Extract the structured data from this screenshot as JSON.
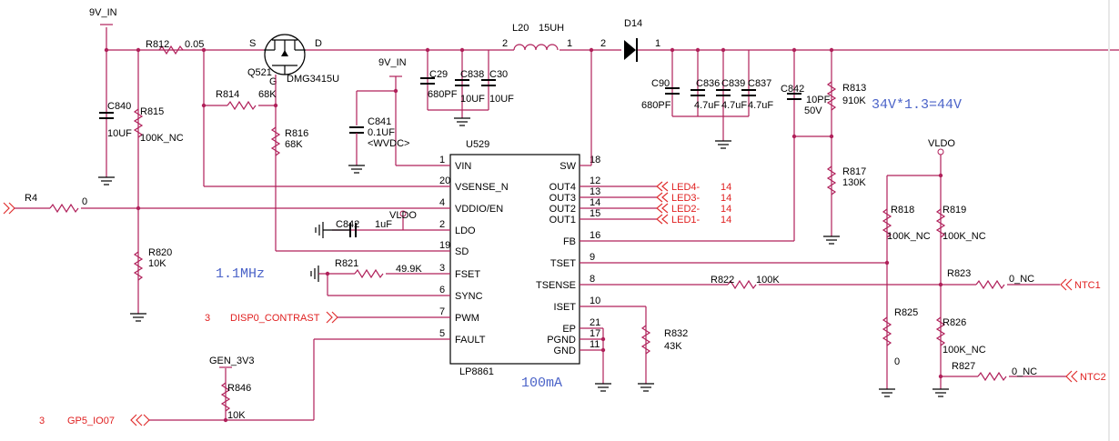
{
  "ic": {
    "name": "U529",
    "part": "LP8861",
    "pins_left": [
      {
        "num": "1",
        "name": "VIN"
      },
      {
        "num": "20",
        "name": "VSENSE_N"
      },
      {
        "num": "4",
        "name": "VDDIO/EN"
      },
      {
        "num": "2",
        "name": "LDO"
      },
      {
        "num": "19",
        "name": "SD"
      },
      {
        "num": "3",
        "name": "FSET"
      },
      {
        "num": "6",
        "name": "SYNC"
      },
      {
        "num": "7",
        "name": "PWM"
      },
      {
        "num": "5",
        "name": "FAULT"
      }
    ],
    "pins_right": [
      {
        "num": "18",
        "name": "SW"
      },
      {
        "num": "12",
        "name": "OUT4"
      },
      {
        "num": "13",
        "name": "OUT3"
      },
      {
        "num": "14",
        "name": "OUT2"
      },
      {
        "num": "15",
        "name": "OUT1"
      },
      {
        "num": "16",
        "name": "FB"
      },
      {
        "num": "9",
        "name": "TSET"
      },
      {
        "num": "8",
        "name": "TSENSE"
      },
      {
        "num": "10",
        "name": "ISET"
      },
      {
        "num": "21",
        "name": "EP"
      },
      {
        "num": "17",
        "name": "PGND"
      },
      {
        "num": "11",
        "name": "GND"
      }
    ]
  },
  "nets": {
    "vin_top": "9V_IN",
    "vin_mid": "9V_IN",
    "vldo_ldo": "VLDO",
    "vldo_right": "VLDO",
    "gen3v3": "GEN_3V3",
    "disp_num": "3",
    "disp": "DISP0_CONTRAST",
    "gp5_num": "3",
    "gp5": "GP5_IO07",
    "ntc1": "NTC1",
    "ntc2": "NTC2"
  },
  "leds": [
    {
      "name": "LED4-",
      "num": "14"
    },
    {
      "name": "LED3-",
      "num": "14"
    },
    {
      "name": "LED2-",
      "num": "14"
    },
    {
      "name": "LED1-",
      "num": "14"
    }
  ],
  "components": {
    "r812": "R812",
    "r812_val": "0.05",
    "q521": "Q521",
    "q521_part": "DMG3415U",
    "q_s": "S",
    "q_d": "D",
    "q_g": "G",
    "l20": "L20",
    "l20_val": "15UH",
    "l20_p2": "2",
    "l20_p1": "1",
    "d14": "D14",
    "d14_p2": "2",
    "d14_p1": "1",
    "c840": "C840",
    "c840_val": "10UF",
    "r815": "R815",
    "r815_val": "100K_NC",
    "r814": "R814",
    "r814_val": "68K",
    "r816": "R816",
    "r816_val": "68K",
    "c841": "C841",
    "c841_val": "0.1UF",
    "c841_extra": "<WVDC>",
    "c29": "C29",
    "c29_val": "680PF",
    "c838": "C838",
    "c838_val": "10UF",
    "c30": "C30",
    "c30_val": "10UF",
    "c90": "C90",
    "c90_val": "680PF",
    "c836": "C836",
    "c836_val": "4.7uF",
    "c839": "C839",
    "c839_val": "4.7uF",
    "c837": "C837",
    "c837_val": "4.7uF",
    "c842a": "C842",
    "c842a_val": "10PF",
    "c842a_v": "50V",
    "r813": "R813",
    "r813_val": "910K",
    "r817": "R817",
    "r817_val": "130K",
    "r4": "R4",
    "r4_val": "0",
    "r820": "R820",
    "r820_val": "10K",
    "c842b": "C842",
    "c842b_val": "1uF",
    "r821": "R821",
    "r821_val": "49.9K",
    "r822": "R822",
    "r822_val": "100K",
    "r818": "R818",
    "r818_val": "100K_NC",
    "r819": "R819",
    "r819_val": "100K_NC",
    "r823": "R823",
    "r823_val": "0_NC",
    "r825": "R825",
    "r825_val": "0",
    "r826": "R826",
    "r826_val": "100K_NC",
    "r827": "R827",
    "r827_val": "0_NC",
    "r832": "R832",
    "r832_val": "43K",
    "r846": "R846",
    "r846_val": "10K"
  },
  "notes": {
    "boost": "34V*1.3=44V",
    "freq": "1.1MHz",
    "current": "100mA"
  }
}
